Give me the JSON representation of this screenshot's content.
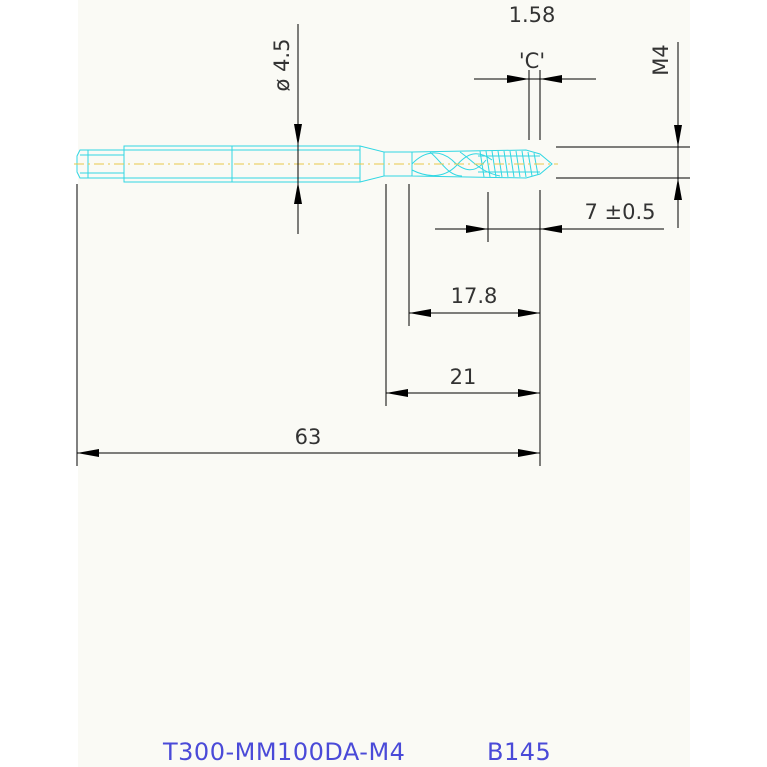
{
  "drawing": {
    "background": "#fafaf5",
    "tool_color": "#31d7e3",
    "dimension_color": "#000000",
    "text_color": "#333333",
    "caption_color": "#4a4ad8",
    "dimensions": {
      "chamfer_width": "1.58",
      "chamfer_label": "'C'",
      "thread_size": "M4",
      "shank_diameter": "ø  4.5",
      "thread_length": "7  ±0.5",
      "flute_length": "17.8",
      "neck_length": "21",
      "overall_length": "63"
    },
    "caption": {
      "part_number": "T300-MM100DA-M4",
      "code": "B145"
    }
  }
}
